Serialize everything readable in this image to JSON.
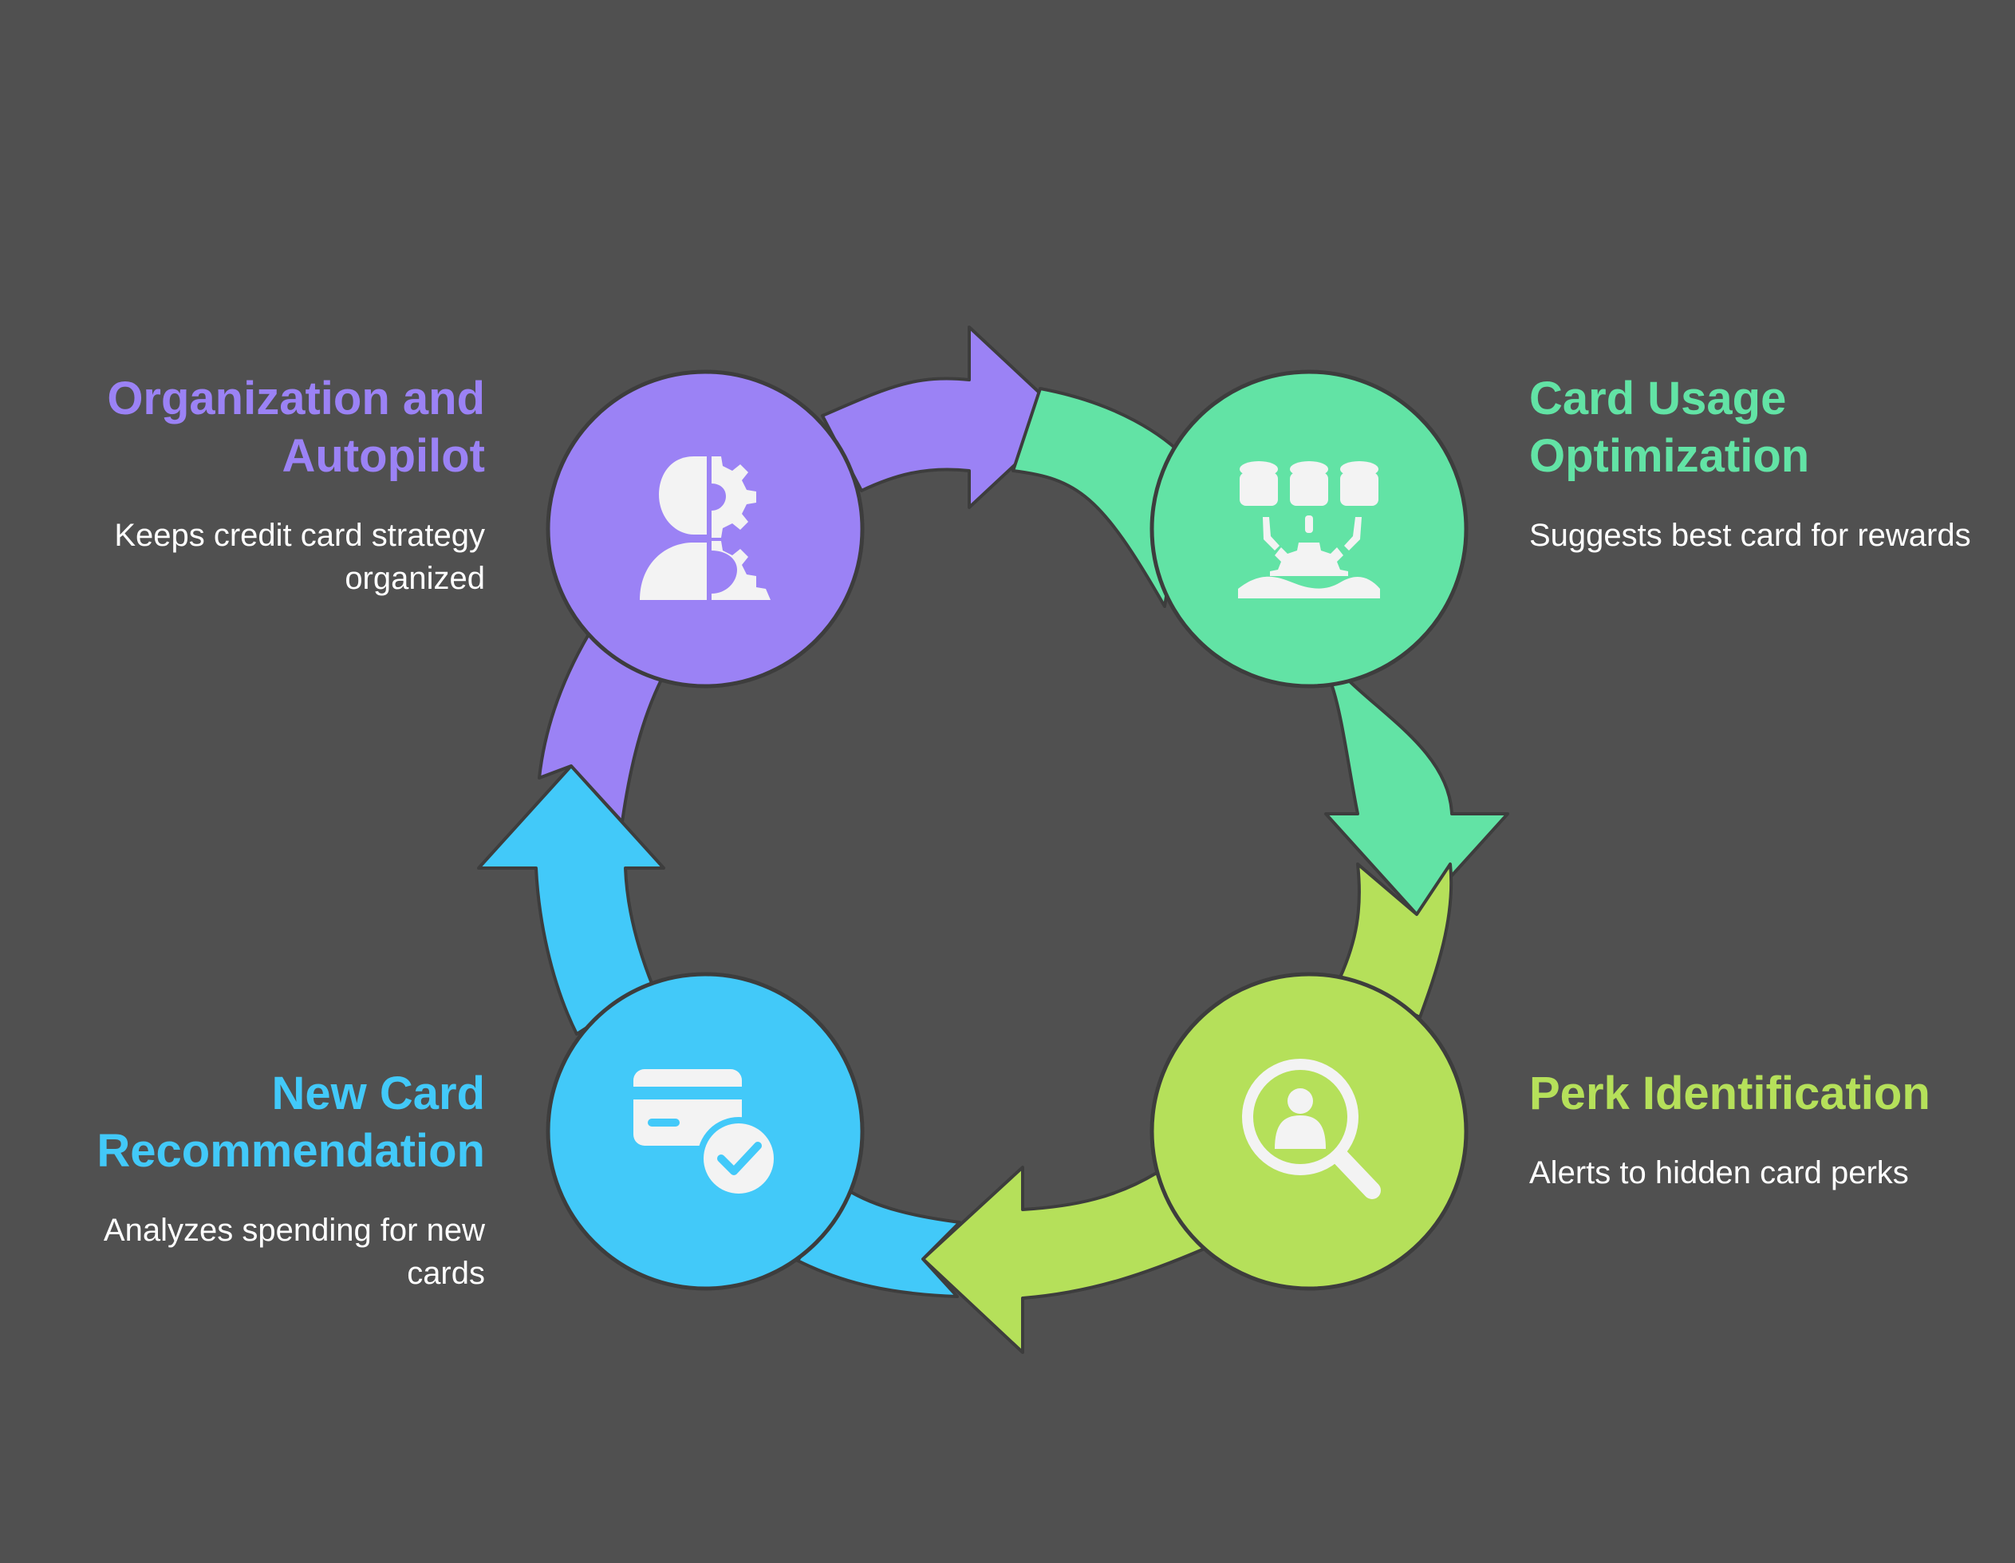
{
  "diagram": {
    "steps": [
      {
        "id": "organization",
        "title": "Organization and Autopilot",
        "description": "Keeps credit card strategy organized",
        "color": "#9b82f5",
        "icon": "person-gear-icon"
      },
      {
        "id": "card-usage",
        "title": "Card Usage Optimization",
        "description": "Suggests best card for rewards",
        "color": "#62e3a5",
        "icon": "databases-gear-icon"
      },
      {
        "id": "perk",
        "title": "Perk Identification",
        "description": "Alerts to hidden card perks",
        "color": "#b5e05a",
        "icon": "magnifier-person-icon"
      },
      {
        "id": "new-card",
        "title": "New Card Recommendation",
        "description": "Analyzes spending for new cards",
        "color": "#42c9f9",
        "icon": "credit-card-check-icon"
      }
    ],
    "background": "#505050",
    "outline": "#3d3d3d",
    "icon_color": "#f3f3f3"
  }
}
